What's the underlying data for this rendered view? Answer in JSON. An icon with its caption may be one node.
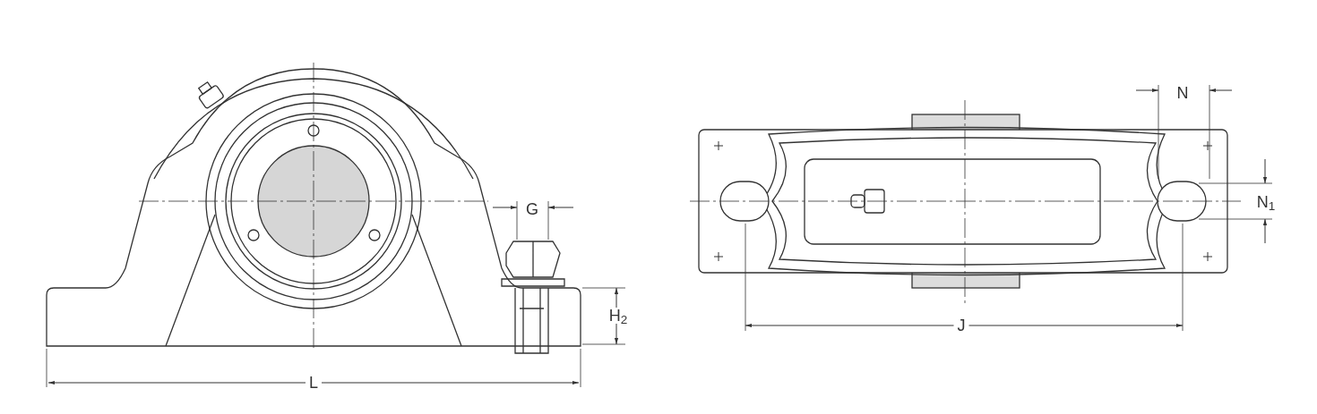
{
  "diagram": {
    "labels": [
      "N",
      "G",
      "N$_{1}$",
      "H$_{2}$",
      "J",
      "L"
    ]
  }
}
